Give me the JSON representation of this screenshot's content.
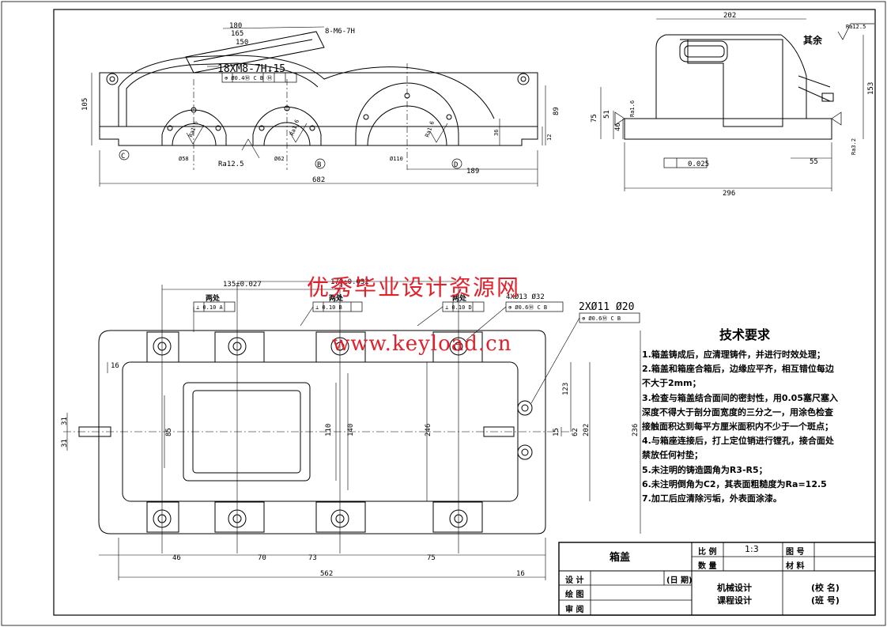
{
  "views": {
    "front": {
      "dims": {
        "d180": "180",
        "d165": "165",
        "d150": "150",
        "thread_small": "8-M6-7H",
        "thread_main": "18XM8-7H↧15",
        "tol_frame": "⊕ Ø0.4Ⓜ C B Ⓜ",
        "h105": "105",
        "h89": "89",
        "h36": "36",
        "h12": "12",
        "ra1": "Ra1.6",
        "ra2": "Ra1.6",
        "ra3": "Ra1.6",
        "ra12": "Ra12.5",
        "bore1": "Ø58",
        "bore2": "Ø62",
        "bore3": "Ø110",
        "d189": "189",
        "d682": "682",
        "dat_c": "C",
        "dat_b": "B",
        "dat_d": "D"
      }
    },
    "side": {
      "dims": {
        "w202": "202",
        "h153": "153",
        "h75": "75",
        "h51": "51",
        "h46": "46",
        "w55": "55",
        "w296": "296",
        "flat": "0.025",
        "ra_side": "Ra1.6",
        "ra_bot": "Ra3.2",
        "ra_top": "Ra12.5",
        "rest": "其余"
      }
    },
    "top": {
      "dims": {
        "d135": "135±0.027",
        "d170": "170±0.032",
        "both1": "两处",
        "both2": "两处",
        "both3": "两处",
        "perp1": "⊥ 0.10 A",
        "perp2": "⊥ 0.10 B",
        "perp3": "⊥ 0.10 D",
        "holes1": "4XØ13 Ø32",
        "pos1": "⊕ Ø0.6Ⓜ C B",
        "holes2": "2XØ11 Ø20",
        "pos2": "⊕ Ø0.6Ⓜ C B",
        "d16a": "16",
        "d31a": "31",
        "d31b": "31",
        "d85": "85",
        "d110": "110",
        "d140": "140",
        "d246": "246",
        "d123": "123",
        "d62": "62",
        "d202": "202",
        "d15": "15",
        "d236": "236",
        "d46": "46",
        "d70": "70",
        "d73": "73",
        "d75": "75",
        "d562": "562",
        "d16b": "16"
      }
    }
  },
  "watermark": {
    "line1": "优秀毕业设计资源网",
    "line2": "www.keyload.cn"
  },
  "tech_req": {
    "title": "技术要求",
    "lines": [
      "1.箱盖铸成后，应清理铸件，并进行时效处理；",
      "2.箱盖和箱座合箱后，边缘应平齐，相互错位每边",
      "不大于2mm；",
      "3.检查与箱盖结合面间的密封性，用0.05塞尺塞入",
      "深度不得大于剖分面宽度的三分之一，用涂色检查",
      "接触面积达到每平方厘米面积内不少于一个斑点；",
      "4.与箱座连接后，打上定位销进行镗孔，接合面处",
      "禁放任何衬垫；",
      "5.未注明的铸造圆角为R3-R5；",
      "6.未注明倒角为C2，其表面粗糙度为Ra=12.5",
      "7.加工后应清除污垢，外表面涂漆。"
    ]
  },
  "title_block": {
    "part_name": "箱盖",
    "scale_label": "比 例",
    "scale_value": "1:3",
    "qty_label": "数 量",
    "drawing_no_label": "图 号",
    "material_label": "材 料",
    "design": "设 计",
    "date": "(日 期)",
    "drawn": "绘 图",
    "review": "审 阅",
    "course1": "机械设计",
    "course2": "课程设计",
    "school": "(校 名)",
    "class": "(班 号)"
  }
}
